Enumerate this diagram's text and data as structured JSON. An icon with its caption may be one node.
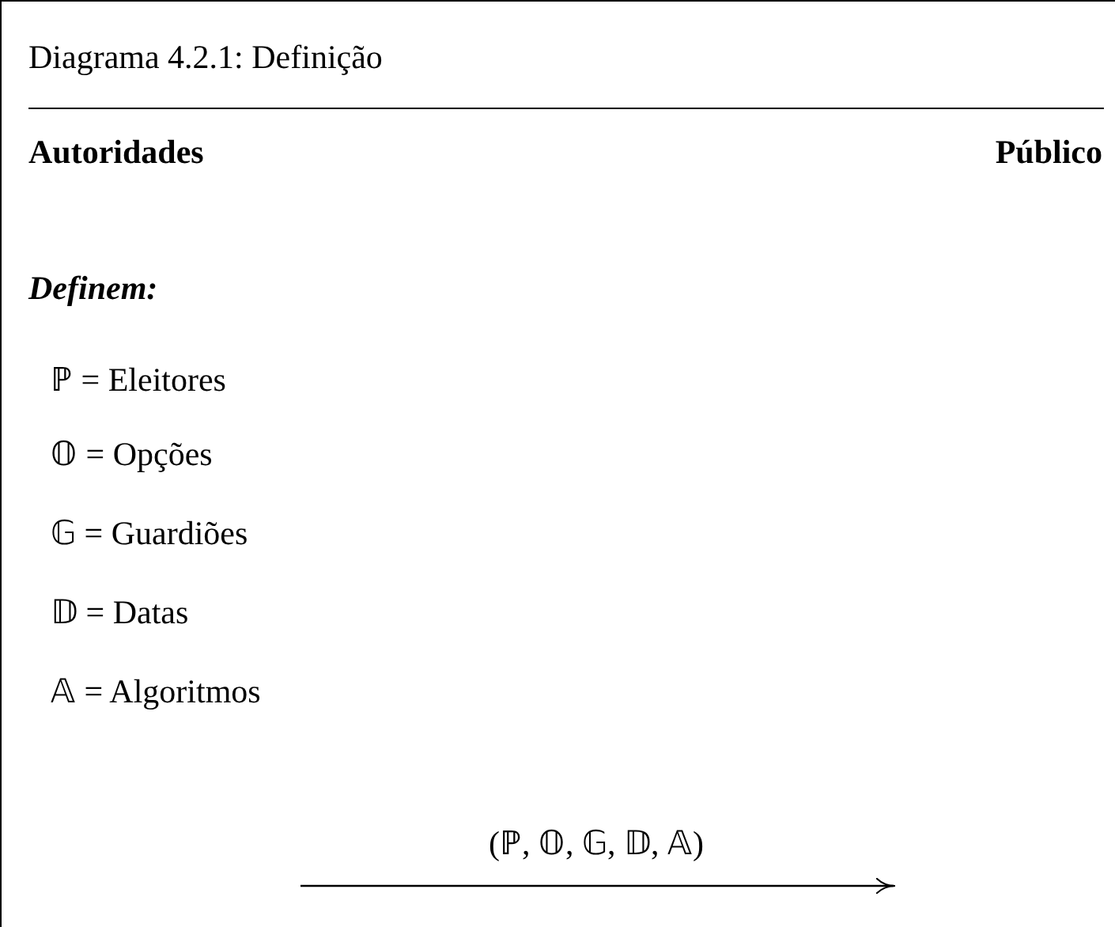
{
  "diagram": {
    "title": "Diagrama 4.2.1: Definição",
    "nodes": [
      {
        "text": [
          "Autoridades"
        ]
      },
      {
        "text": [
          "Público"
        ]
      }
    ],
    "labels": [
      "Definem:",
      "ℙ = Eleitores",
      "𝕆 = Opções",
      "𝔾 = Guardiões",
      "𝔻 = Datas",
      "𝔸 = Algoritmos",
      "(ℙ, 𝕆, 𝔾, 𝔻, 𝔸)"
    ]
  }
}
